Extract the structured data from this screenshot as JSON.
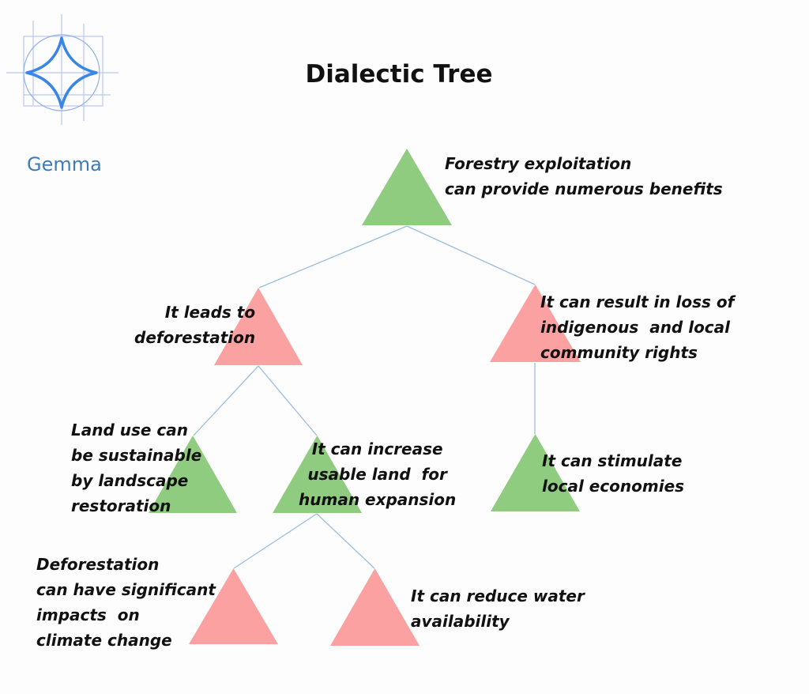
{
  "title": "Dialectic Tree",
  "brand": "Gemma",
  "colors": {
    "support": "#8fcc80",
    "attack": "#fba1a1",
    "edge": "#9dbde0"
  },
  "nodes": [
    {
      "id": "root",
      "kind": "support",
      "text": "Forestry exploitation\ncan provide numerous benefits"
    },
    {
      "id": "n1",
      "kind": "attack",
      "text": "It leads to\ndeforestation"
    },
    {
      "id": "n2",
      "kind": "attack",
      "text": "It can result in loss of\nindigenous  and local\ncommunity rights"
    },
    {
      "id": "n3",
      "kind": "support",
      "text": "Land use can\nbe sustainable\nby landscape\nrestoration"
    },
    {
      "id": "n4",
      "kind": "support",
      "text": "It can increase\nusable land  for\nhuman expansion"
    },
    {
      "id": "n5",
      "kind": "support",
      "text": "It can stimulate\nlocal economies"
    },
    {
      "id": "n6",
      "kind": "attack",
      "text": "Deforestation\ncan have significant\nimpacts  on\nclimate change"
    },
    {
      "id": "n7",
      "kind": "attack",
      "text": "It can reduce water\navailability"
    }
  ],
  "edges": [
    [
      "root",
      "n1"
    ],
    [
      "root",
      "n2"
    ],
    [
      "n1",
      "n3"
    ],
    [
      "n1",
      "n4"
    ],
    [
      "n2",
      "n5"
    ],
    [
      "n4",
      "n6"
    ],
    [
      "n4",
      "n7"
    ]
  ]
}
